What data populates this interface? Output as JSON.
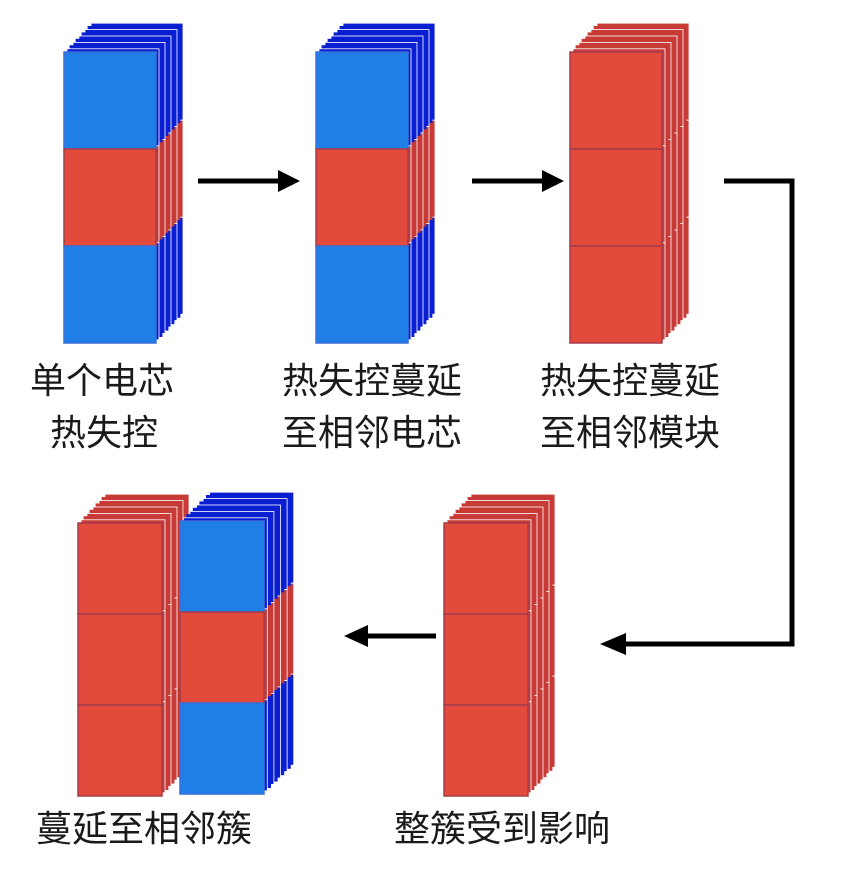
{
  "colors": {
    "blue_front": "#1f7fe6",
    "blue_layers": "#0a1fd1",
    "red_front": "#e24a3c",
    "red_layers": "#c83a36",
    "arrow": "#000000",
    "text": "#1a1a1a"
  },
  "stages": [
    {
      "cells": [
        "blue",
        "red",
        "blue"
      ],
      "label_lines": [
        "单个电芯",
        "热失控"
      ]
    },
    {
      "cells": [
        "blue",
        "red",
        "blue"
      ],
      "label_lines": [
        "热失控蔓延",
        "至相邻电芯"
      ]
    },
    {
      "cells": [
        "red",
        "red",
        "red"
      ],
      "label_lines": [
        "热失控蔓延",
        "至相邻模块"
      ]
    },
    {
      "cells": [
        "red",
        "red",
        "red"
      ],
      "label_lines": [
        "整簇受到影响"
      ]
    },
    {
      "cells_left": [
        "red",
        "red",
        "red"
      ],
      "cells_right": [
        "blue",
        "red",
        "blue"
      ],
      "label_lines": [
        "蔓延至相邻簇"
      ]
    }
  ]
}
